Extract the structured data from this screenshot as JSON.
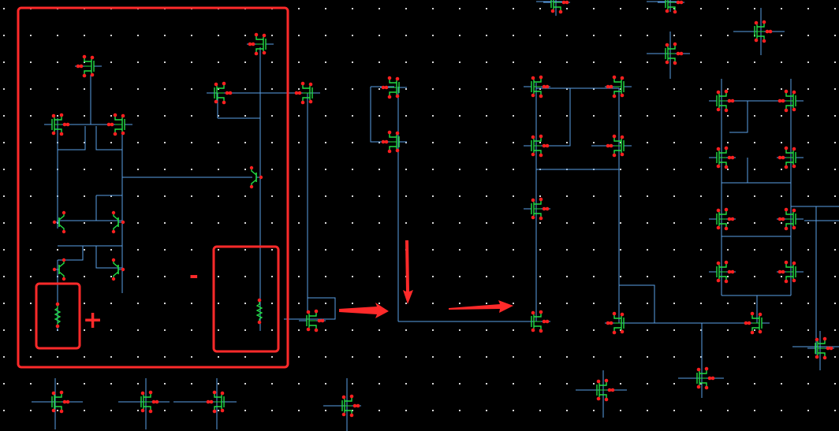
{
  "colors": {
    "background": "#000000",
    "wire": "#5aa0e6",
    "device": "#22dd44",
    "pin": "#ff2020",
    "highlight": "#ff2a2a",
    "grid_dot": "#d8d8d8"
  },
  "annotations": {
    "plus_label": "+",
    "minus_label": "-"
  },
  "icons": {
    "transistor": "mosfet-symbol",
    "resistor": "resistor-symbol",
    "arrow": "red-arrow"
  }
}
